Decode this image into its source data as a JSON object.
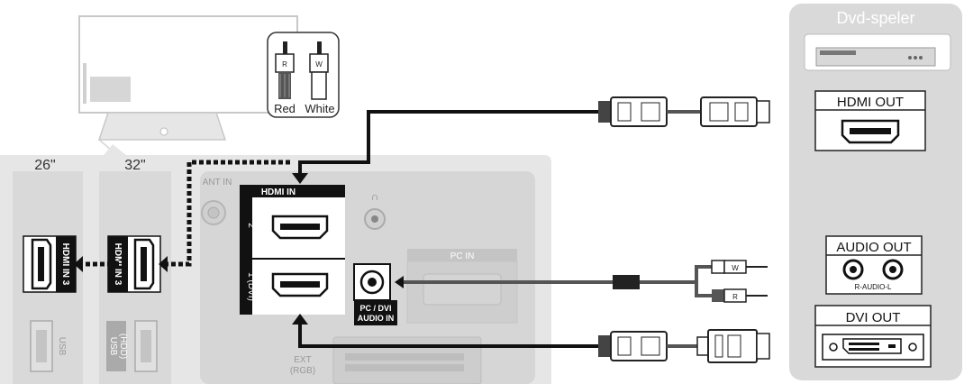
{
  "tv": {
    "size_26": "26\"",
    "size_32": "32\""
  },
  "rca_legend": {
    "red_label": "Red",
    "white_label": "White",
    "r_mark": "R",
    "w_mark": "W"
  },
  "panel": {
    "ant_in": "ANT IN",
    "hdmi_in": "HDMI IN",
    "hdmi_port_2": "2",
    "hdmi_port_1": "1 (DVI)",
    "headphone": "∩",
    "pc_in": "PC IN",
    "pc_dvi_audio_line1": "PC / DVI",
    "pc_dvi_audio_line2": "AUDIO IN",
    "ext_line1": "EXT",
    "ext_line2": "(RGB)",
    "side_hdmi_26": "HDMI IN 3",
    "side_hdmi_32": "HDMI IN 3",
    "usb_26": "USB",
    "usb_32_line1": "USB",
    "usb_32_line2": "(HDD)"
  },
  "device": {
    "title": "Dvd-speler",
    "hdmi_out": "HDMI OUT",
    "audio_out": "AUDIO OUT",
    "r_audio_l": "R-AUDIO-L",
    "dvi_out": "DVI OUT"
  },
  "cable_marks": {
    "w": "W",
    "r": "R"
  },
  "colors": {
    "panel_bg": "#e6e6e6",
    "device_bg": "#d9d9d9",
    "dark": "#1a1a1a",
    "cable": "#3a3a3a"
  }
}
